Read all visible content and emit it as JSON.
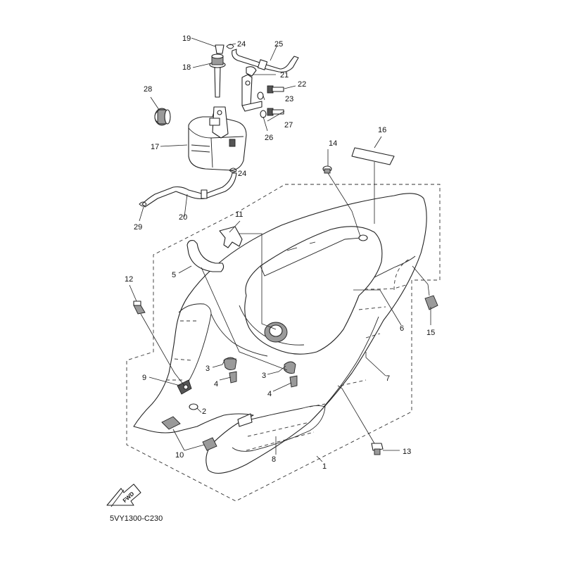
{
  "diagram": {
    "code": "5VY1300-C230",
    "fwd_label": "FWD",
    "callouts": {
      "c1": "1",
      "c2": "2",
      "c3a": "3",
      "c3b": "3",
      "c4a": "4",
      "c4b": "4",
      "c5": "5",
      "c6": "6",
      "c7": "7",
      "c8": "8",
      "c9": "9",
      "c10": "10",
      "c11": "11",
      "c12": "12",
      "c13": "13",
      "c14": "14",
      "c15": "15",
      "c16": "16",
      "c17": "17",
      "c18": "18",
      "c19": "19",
      "c20": "20",
      "c21": "21",
      "c22": "22",
      "c23": "23",
      "c24a": "24",
      "c24b": "24",
      "c25": "25",
      "c26": "26",
      "c27": "27",
      "c28": "28",
      "c29": "29"
    },
    "colors": {
      "line": "#222222",
      "background": "#ffffff"
    }
  }
}
